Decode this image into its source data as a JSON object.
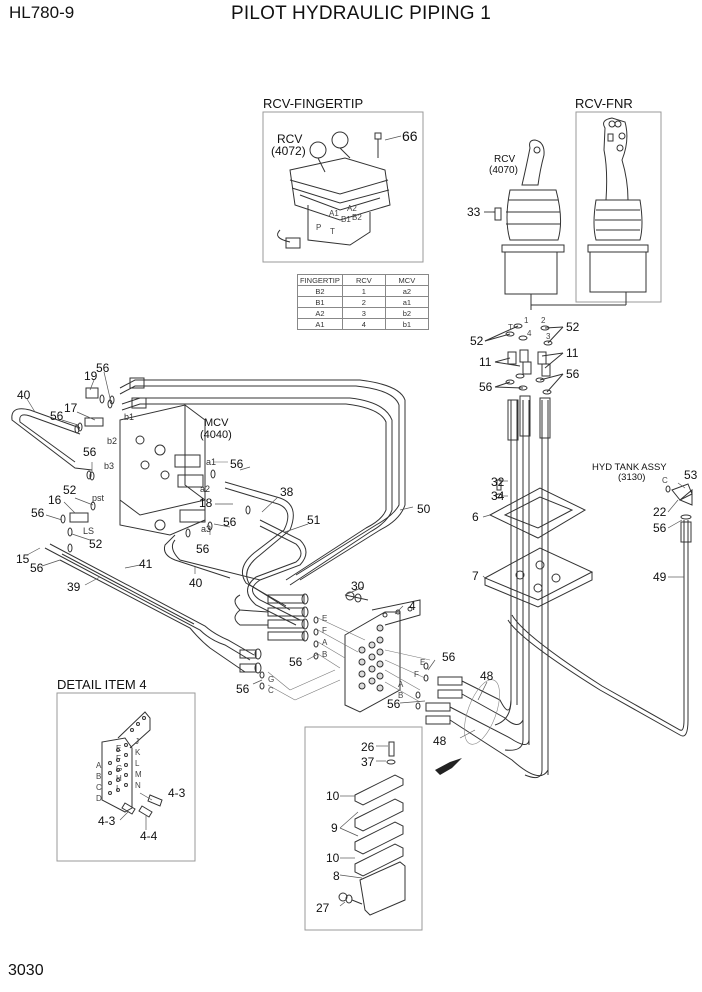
{
  "header": {
    "model": "HL780-9",
    "title": "PILOT HYDRAULIC PIPING 1"
  },
  "footer": {
    "page_number": "3030"
  },
  "insets": {
    "rcv_fingertip": {
      "heading": "RCV-FINGERTIP",
      "component_name": "RCV",
      "component_ref": "(4072)",
      "port_labels": [
        "A1",
        "A2",
        "B1",
        "B2",
        "P",
        "T"
      ],
      "part_callout": "66"
    },
    "rcv_fnr": {
      "heading": "RCV-FNR"
    },
    "detail_item_4": {
      "heading": "DETAIL ITEM 4",
      "left_ports": [
        "A",
        "B",
        "C",
        "D"
      ],
      "middle_ports": [
        "E",
        "F",
        "G",
        "H",
        "I"
      ],
      "right_ports": [
        "J",
        "K",
        "L",
        "M",
        "N"
      ],
      "callouts": [
        "4-3",
        "4-3",
        "4-4"
      ]
    },
    "clamp_assembly": {
      "callouts": [
        "26",
        "37",
        "10",
        "9",
        "10",
        "8",
        "27"
      ]
    }
  },
  "fingertip_table": {
    "columns": [
      "FINGERTIP",
      "RCV",
      "MCV"
    ],
    "rows": [
      [
        "B2",
        "1",
        "a2"
      ],
      [
        "B1",
        "2",
        "a1"
      ],
      [
        "A2",
        "3",
        "b2"
      ],
      [
        "A1",
        "4",
        "b1"
      ]
    ]
  },
  "components": {
    "rcv_main": {
      "name": "RCV",
      "ref": "(4070)"
    },
    "mcv": {
      "name": "MCV",
      "ref": "(4040)"
    },
    "hyd_tank": {
      "name": "HYD TANK ASSY",
      "ref": "(3130)"
    }
  },
  "callouts": {
    "c33": "33",
    "c52a": "52",
    "c52b": "52",
    "c11a": "11",
    "c11b": "11",
    "c56a": "56",
    "c56b": "56",
    "port1": "1",
    "port2": "2",
    "port3": "3",
    "port4": "4",
    "portT": "T",
    "c19": "19",
    "c56c": "56",
    "c40a": "40",
    "c17": "17",
    "c56d": "56",
    "c56e": "56",
    "c56f": "56",
    "c38": "38",
    "c18": "18",
    "c56g": "56",
    "c56h": "56",
    "c50": "50",
    "c51": "51",
    "c52c": "52",
    "c16": "16",
    "c56i": "56",
    "c52d": "52",
    "c15": "15",
    "c56j": "56",
    "c39": "39",
    "c41": "41",
    "c40b": "40",
    "c30": "30",
    "c4": "4",
    "c56k": "56",
    "c56l": "56",
    "c56m": "56",
    "c56n": "56",
    "c48a": "48",
    "c48b": "48",
    "c32": "32",
    "c34": "34",
    "c6": "6",
    "c7": "7",
    "c53": "53",
    "c22": "22",
    "c56o": "56",
    "c49": "49"
  },
  "port_letters": {
    "mcv": [
      "b1",
      "b2",
      "b3",
      "pst",
      "LS",
      "a1",
      "a2",
      "a3"
    ],
    "bracket_left": [
      "E",
      "F",
      "A",
      "B"
    ],
    "bracket_lower_left": [
      "G",
      "C"
    ],
    "bracket_right": [
      "E",
      "F",
      "A",
      "B"
    ],
    "tank_port": "C"
  }
}
